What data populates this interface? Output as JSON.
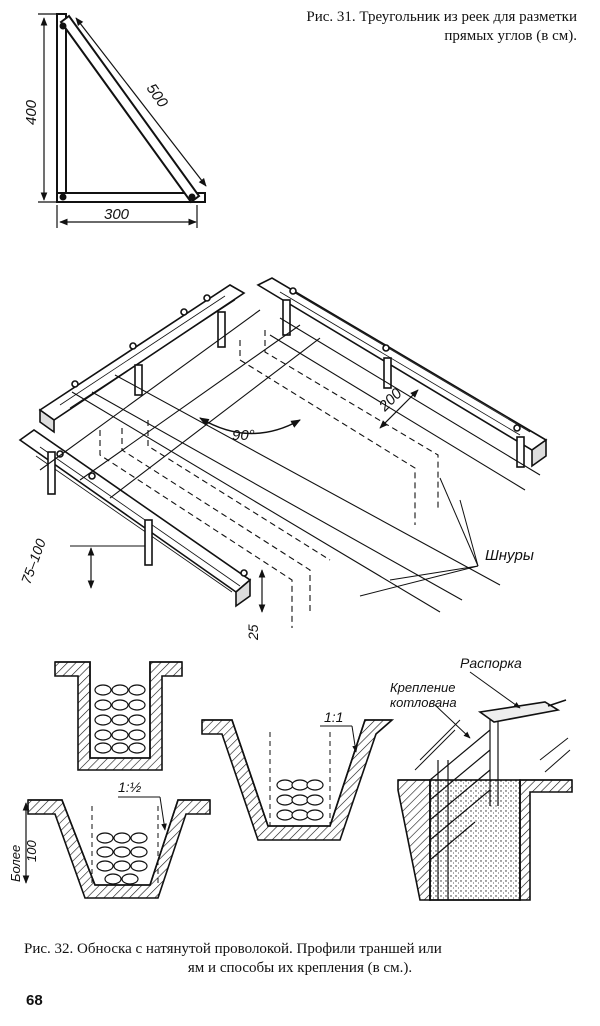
{
  "fig31": {
    "caption_line1": "Рис. 31. Треугольник из реек для разметки",
    "caption_line2": "прямых углов (в см).",
    "dim_vertical": "400",
    "dim_hypotenuse": "500",
    "dim_horizontal": "300"
  },
  "fig32": {
    "label_angle": "90°",
    "label_200": "200",
    "label_75_100": "75–100",
    "label_25": "25",
    "label_cords": "Шнуры",
    "slope_1_1": "1:1",
    "slope_1_half": "1:½",
    "label_more_100_line1": "Более",
    "label_more_100_line2": "100",
    "label_strut": "Распорка",
    "label_pit_support_line1": "Крепление",
    "label_pit_support_line2": "котлована",
    "caption_line1": "Рис. 32. Обноска с натянутой проволокой. Профили траншей или",
    "caption_line2": "ям и способы их крепления (в см.)."
  },
  "page_number": "68"
}
